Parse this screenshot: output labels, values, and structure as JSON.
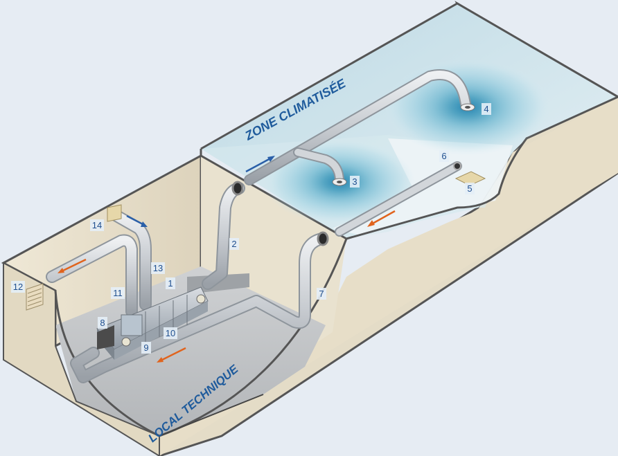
{
  "zones": {
    "climatized": "ZONE CLIMATISÉE",
    "technical": "LOCAL TECHNIQUE"
  },
  "labels": [
    "1",
    "2",
    "3",
    "4",
    "5",
    "6",
    "7",
    "8",
    "9",
    "10",
    "11",
    "12",
    "13",
    "14"
  ],
  "colors": {
    "supply_arrow": "#2a5fa8",
    "return_arrow": "#e0641e",
    "diffusion": "#2a8fb5",
    "wall": "#e8e0cf",
    "floor": "#b9bdc1",
    "duct": "#c9cdd2"
  }
}
